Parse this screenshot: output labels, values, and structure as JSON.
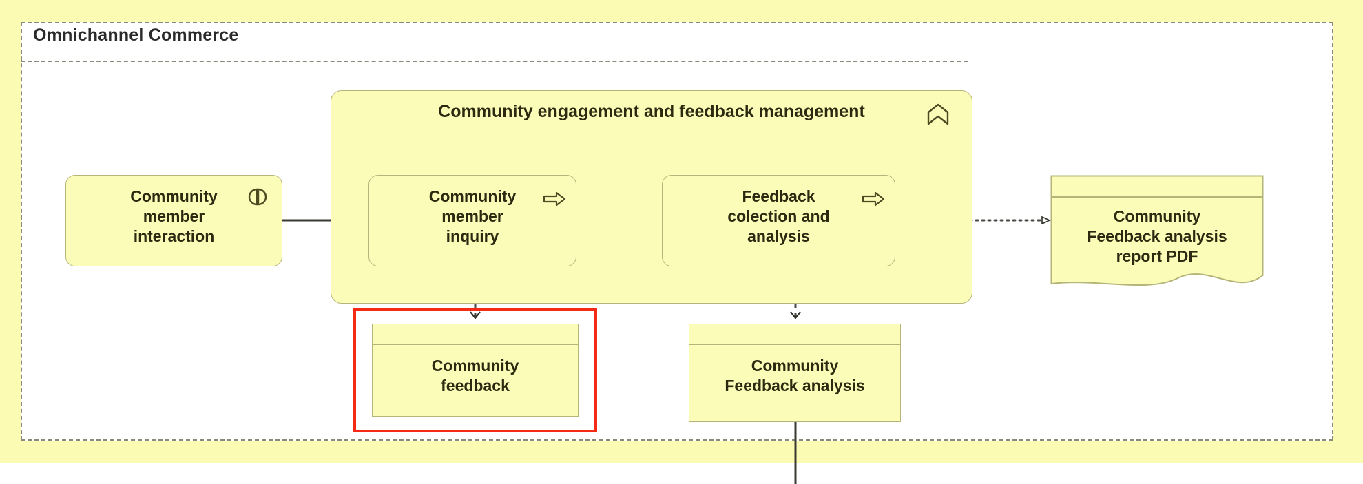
{
  "diagram": {
    "notation": "ArchiMate",
    "grouping": {
      "label": "Omnichannel Commerce",
      "border_style": "dashed",
      "border_color": "#8a8a7a",
      "background": "#ffffff",
      "outer_fill": "#fbfbb4"
    },
    "palette": {
      "element_fill": "#fcfcb9",
      "element_stroke": "#b5b57a",
      "text": "#2b2a10",
      "selection": "#f42a14",
      "connector": "#3a3a33"
    },
    "container": {
      "title": "Community engagement and feedback management",
      "icon": "business-process-chevron-icon"
    },
    "elements": [
      {
        "id": "community-member-interaction",
        "label": "Community\nmember\ninteraction",
        "type": "business-interaction",
        "icon": "business-interaction-icon",
        "shape": "rounded-rect"
      },
      {
        "id": "community-member-inquiry",
        "label": "Community\nmember\ninquiry",
        "type": "business-process",
        "icon": "business-process-arrow-icon",
        "shape": "rounded-rect"
      },
      {
        "id": "feedback-colection-and-analysis",
        "label": "Feedback\ncolection and\nanalysis",
        "type": "business-process",
        "icon": "business-process-arrow-icon",
        "shape": "rounded-rect"
      },
      {
        "id": "community-feedback-analysis-report-pdf",
        "label": "Community\nFeedback analysis\nreport PDF",
        "type": "deliverable",
        "icon": "document-icon",
        "shape": "wavy-bottom-document"
      },
      {
        "id": "community-feedback",
        "label": "Community\nfeedback",
        "type": "business-object",
        "icon": "business-object-icon",
        "shape": "rect-with-header",
        "selected": true
      },
      {
        "id": "community-feedback-analysis",
        "label": "Community\nFeedback analysis",
        "type": "business-object",
        "icon": "business-object-icon",
        "shape": "rect-with-header",
        "selected": false
      }
    ],
    "connectors": [
      {
        "id": "c1",
        "from": "community-member-interaction",
        "to": "community-member-inquiry",
        "style": "solid",
        "arrow": "filled-triangle",
        "relation": "triggering"
      },
      {
        "id": "c2",
        "from": "community-member-inquiry",
        "to": "feedback-colection-and-analysis",
        "style": "solid",
        "arrow": "filled-triangle",
        "relation": "triggering"
      },
      {
        "id": "c3",
        "from": "feedback-colection-and-analysis",
        "to": "community-feedback-analysis-report-pdf",
        "style": "dotted",
        "arrow": "open-triangle",
        "relation": "realization"
      },
      {
        "id": "c4",
        "from": "community-member-inquiry",
        "to": "community-feedback",
        "style": "dashed",
        "arrow": "open-v",
        "relation": "access"
      },
      {
        "id": "c5",
        "from": "feedback-colection-and-analysis",
        "to": "community-feedback-analysis",
        "style": "dashed",
        "arrow": "open-v",
        "relation": "access"
      },
      {
        "id": "c6",
        "from": "community-feedback-analysis",
        "to": "",
        "style": "solid",
        "arrow": "none",
        "relation": "association"
      }
    ]
  }
}
